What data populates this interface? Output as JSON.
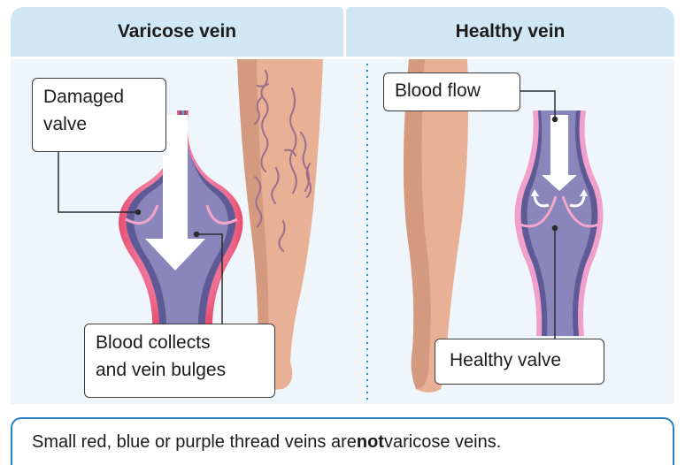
{
  "headers": {
    "left": "Varicose vein",
    "right": "Healthy vein"
  },
  "labels": {
    "damaged_valve": "Damaged\nvalve",
    "blood_collects": "Blood collects\nand vein bulges",
    "blood_flow": "Blood flow",
    "healthy_valve": "Healthy valve"
  },
  "note": {
    "before": "Small red, blue or purple thread veins are ",
    "emphasis": "not",
    "after": " varicose veins."
  },
  "colors": {
    "header_bg": "#d1e8f4",
    "panel_bg": "#eef6fb",
    "skin": "#e8b196",
    "skin_shadow": "#d49a80",
    "vein_fill": "#8a86bb",
    "vein_dark": "#5d5a95",
    "vein_wall_pink": "#f0a0cb",
    "vein_wall_red": "#e23f5f",
    "note_border": "#2582c2"
  }
}
